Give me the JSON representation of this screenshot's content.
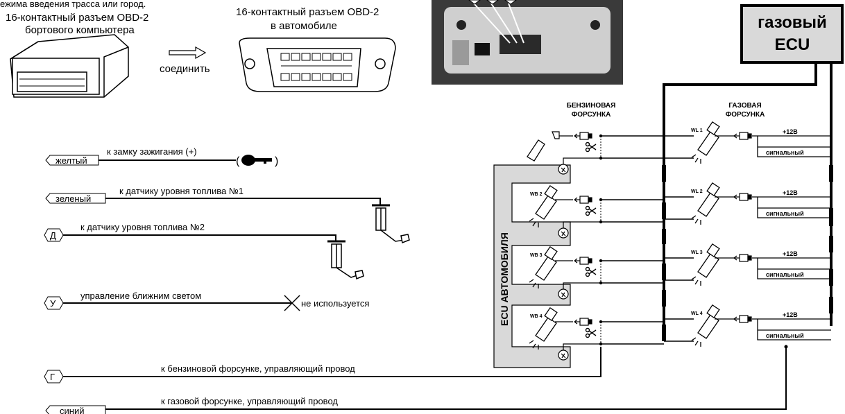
{
  "colors": {
    "wire": "#000000",
    "ecu_bg": "#d9d9d9",
    "photo_dark": "#3a3a3a",
    "photo_light": "#d8d8d8"
  },
  "connectors": {
    "top_line": "ежима введения трасса или город.",
    "left_line1": "16-контактный разъем OBD-2",
    "left_line2": "бортового компьютера",
    "right_line1": "16-контактный разъем OBD-2",
    "right_line2": "в автомобиле",
    "action": "соединить"
  },
  "gas_ecu": {
    "line1": "газовый",
    "line2": "ECU"
  },
  "car_ecu": "ECU АВТОМОБИЛЯ",
  "petrol_header": {
    "line1": "БЕНЗИНОВАЯ",
    "line2": "ФОРСУНКА"
  },
  "gas_header": {
    "line1": "ГАЗОВАЯ",
    "line2": "ФОРСУНКА"
  },
  "petrol_injectors": [
    "WB 2",
    "WB 3",
    "WB 4"
  ],
  "gas_injectors": [
    "WL 1",
    "WL 2",
    "WL 3",
    "WL 4"
  ],
  "gas_rail": {
    "plus": "+12В",
    "signal": "сигнальный"
  },
  "wires": [
    {
      "tag": "желтый",
      "desc": "к замку зажигания (+)"
    },
    {
      "tag": "зеленый",
      "desc": "к датчику уровня топлива №1"
    },
    {
      "tag": "Д",
      "desc": "к датчику уровня топлива №2"
    },
    {
      "tag": "У",
      "desc": "управление ближним светом",
      "note": "не используется"
    },
    {
      "tag": "Г",
      "desc": "к бензиновой форсунке, управляющий провод"
    },
    {
      "tag": "синий",
      "desc": "к газовой форсунке, управляющий провод"
    }
  ]
}
